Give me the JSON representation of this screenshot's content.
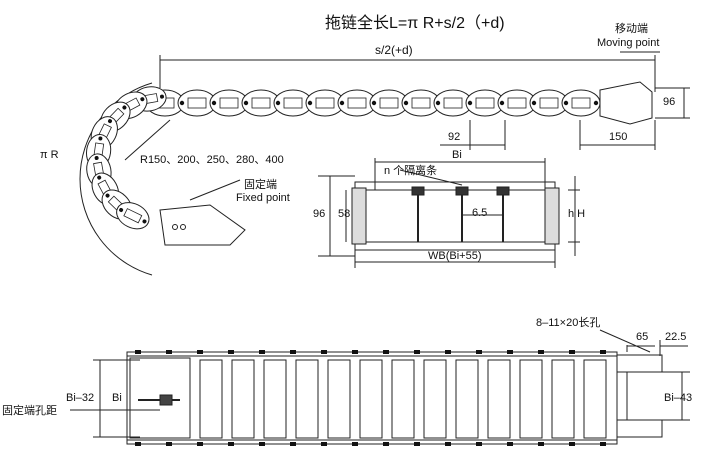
{
  "labels": {
    "title": "拖链全长L=π R+s/2（+d)",
    "s2d": "s/2(+d)",
    "moving_cn": "移动端",
    "moving_en": "Moving point",
    "dim_96_right": "96",
    "dim_92": "92",
    "dim_150": "150",
    "pi_r": "π R",
    "radius_list": "R150、200、250、280、400",
    "fixed_cn": "固定端",
    "fixed_en": "Fixed point",
    "bi_top": "Bi",
    "separators": "n 个隔离条",
    "dim_96_left": "96",
    "dim_58": "58",
    "dim_6_5": "6.5",
    "h_H": "h H",
    "wb": "WB(Bi+55)",
    "slot": "8–11×20长孔",
    "dim_65": "65",
    "dim_22_5": "22.5",
    "bi_minus_32": "Bi–32",
    "bi_bottom": "Bi",
    "fixed_hole_pitch": "固定端孔距",
    "bi_minus_43": "Bi–43"
  },
  "colors": {
    "line": "#222222",
    "link_fill": "#ffffff",
    "dark": "#111111"
  }
}
